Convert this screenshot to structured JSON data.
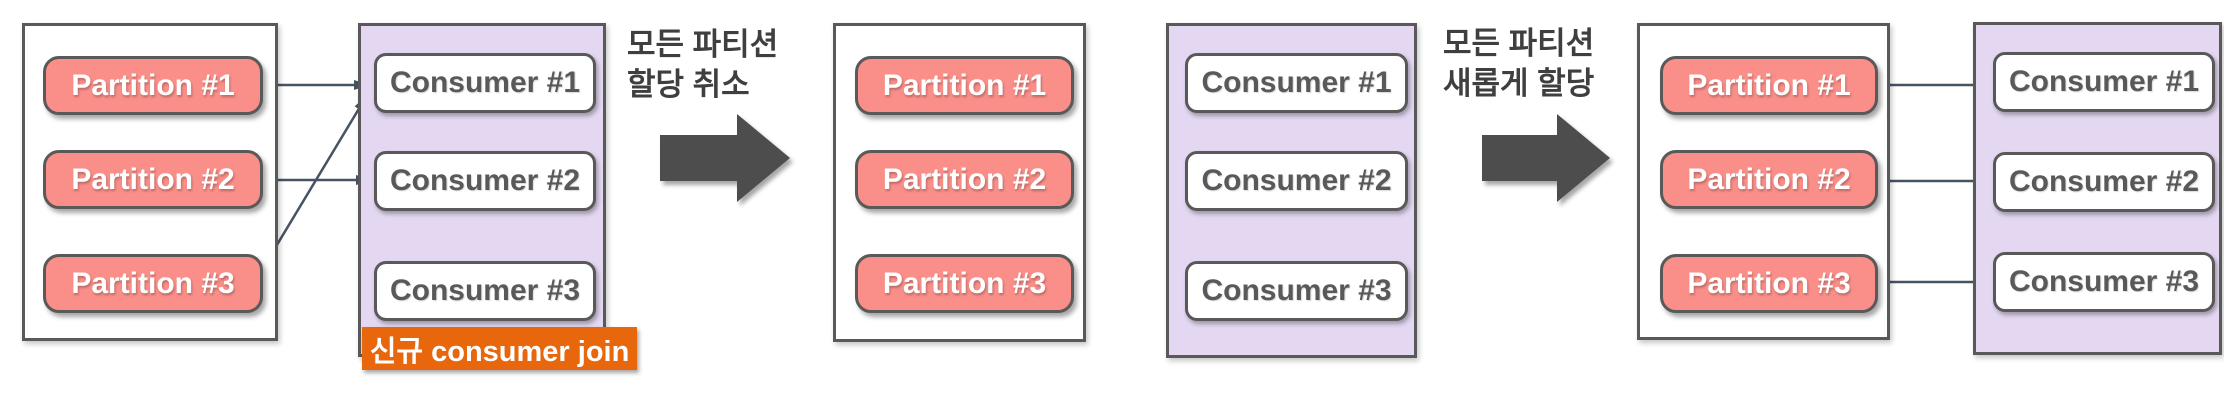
{
  "colors": {
    "partition_fill": "#FA8E88",
    "partition_text": "#FFFFFF",
    "consumer_fill": "#FFFFFF",
    "consumer_text": "#595959",
    "consumer_group_fill": "#E3D7F1",
    "box_border": "#595959",
    "thin_arrow": "#465362",
    "big_arrow": "#4D4D4D",
    "badge_bg": "#E8660C",
    "badge_text": "#FFFFFF",
    "step_label_text": "#3F3F3F"
  },
  "stage1": {
    "partitions": [
      "Partition #1",
      "Partition #2",
      "Partition #3"
    ],
    "consumers": [
      "Consumer #1",
      "Consumer #2",
      "Consumer #3"
    ],
    "badge": "신규 consumer join",
    "edges": [
      {
        "from": "Partition #1",
        "to": "Consumer #1"
      },
      {
        "from": "Partition #2",
        "to": "Consumer #2"
      },
      {
        "from": "Partition #3",
        "to": "Consumer #1"
      }
    ]
  },
  "step1": {
    "line1": "모든 파티션",
    "line2": "할당 취소"
  },
  "stage2": {
    "partitions": [
      "Partition #1",
      "Partition #2",
      "Partition #3"
    ],
    "consumers": [
      "Consumer #1",
      "Consumer #2",
      "Consumer #3"
    ],
    "edges": []
  },
  "step2": {
    "line1": "모든 파티션",
    "line2": "새롭게 할당"
  },
  "stage3": {
    "partitions": [
      "Partition #1",
      "Partition #2",
      "Partition #3"
    ],
    "consumers": [
      "Consumer #1",
      "Consumer #2",
      "Consumer #3"
    ],
    "edges": [
      {
        "from": "Partition #1",
        "to": "Consumer #1"
      },
      {
        "from": "Partition #2",
        "to": "Consumer #2"
      },
      {
        "from": "Partition #3",
        "to": "Consumer #3"
      }
    ]
  }
}
